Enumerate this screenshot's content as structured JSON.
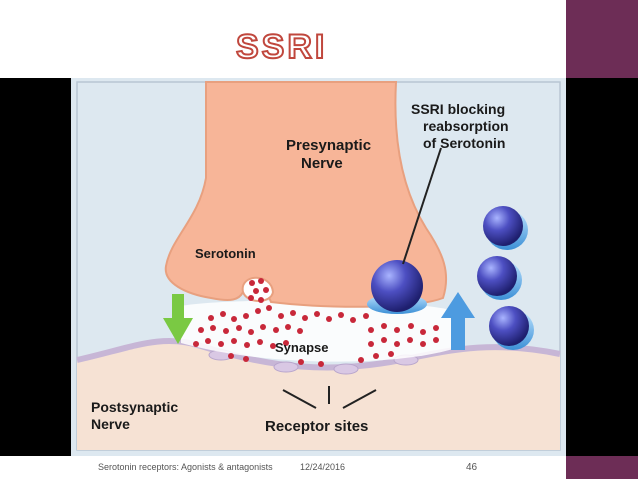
{
  "slide": {
    "title": "SSRI",
    "footer_title": "Serotonin receptors: Agonists & antagonists",
    "footer_date": "12/24/2016",
    "footer_page": "46"
  },
  "diagram": {
    "presynaptic_label": [
      "Presynaptic",
      "Nerve"
    ],
    "ssri_label": [
      "SSRI blocking",
      "reabsorption",
      "of Serotonin"
    ],
    "serotonin_label": "Serotonin",
    "synapse_label": "Synapse",
    "postsynaptic_label": [
      "Postsynaptic",
      "Nerve"
    ],
    "receptor_label": "Receptor sites"
  },
  "colors": {
    "accent_purple": "#6d2d56",
    "title_outline": "#c0473d",
    "nerve_fill": "#f7b598",
    "serotonin_dot": "#c8283a",
    "ssri_ball": "#3c3ea6",
    "green_arrow": "#7ac943",
    "blue_arrow": "#4d9be0"
  }
}
